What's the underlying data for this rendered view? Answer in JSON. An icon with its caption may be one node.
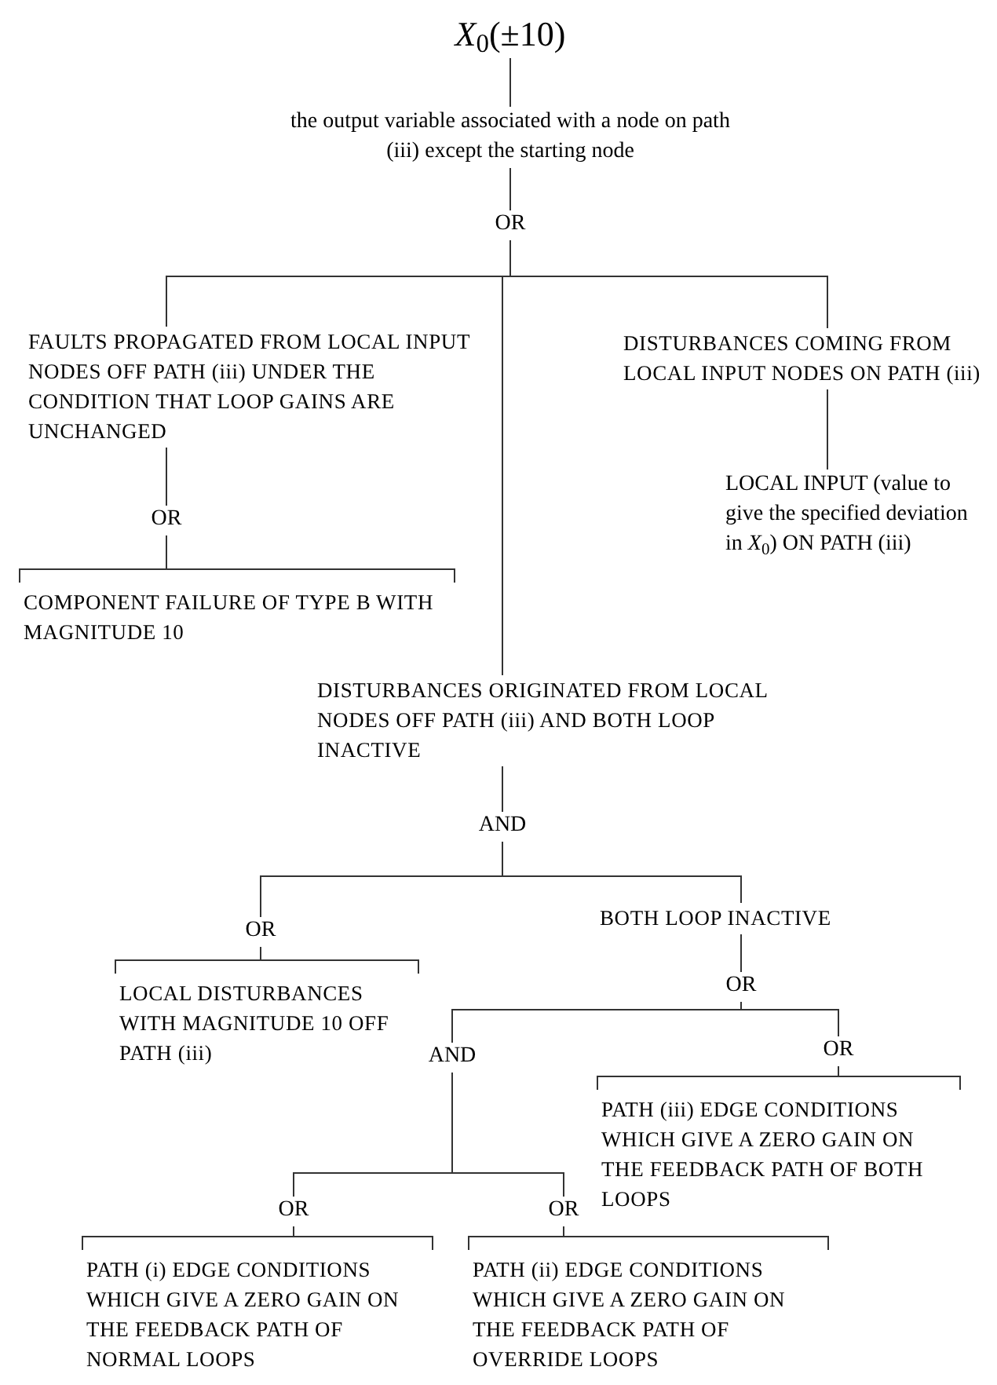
{
  "diagram": {
    "nodes": [
      {
        "text": [
          "*X*$_{0}$(±10)"
        ]
      },
      {
        "text": [
          "the output variable associated with a node on path (iii) except the starting node"
        ]
      },
      {
        "text": [
          "OR"
        ]
      },
      {
        "text": [
          "FAULTS PROPAGATED FROM LOCAL INPUT NODES OFF PATH (iii) UNDER THE CONDITION THAT LOOP GAINS ARE UNCHANGED"
        ]
      },
      {
        "text": [
          "DISTURBANCES COMING FROM LOCAL INPUT NODES ON PATH (iii)"
        ]
      },
      {
        "text": [
          "DISTURBANCES ORIGINATED FROM LOCAL NODES OFF PATH (iii) AND BOTH LOOP INACTIVE"
        ]
      },
      {
        "text": [
          "OR"
        ]
      },
      {
        "text": [
          "COMPONENT FAILURE OF TYPE B WITH MAGNITUDE 10"
        ]
      },
      {
        "text": [
          "LOCAL INPUT (value to give the specified deviation in *X*$_{0}$) ON PATH (iii)"
        ]
      },
      {
        "text": [
          "AND"
        ]
      },
      {
        "text": [
          "OR"
        ]
      },
      {
        "text": [
          "LOCAL DISTURBANCES WITH MAGNITUDE 10 OFF PATH (iii)"
        ]
      },
      {
        "text": [
          "BOTH LOOP INACTIVE"
        ]
      },
      {
        "text": [
          "OR"
        ]
      },
      {
        "text": [
          "AND"
        ]
      },
      {
        "text": [
          "OR"
        ]
      },
      {
        "text": [
          "PATH (iii) EDGE CONDITIONS WHICH GIVE A ZERO GAIN ON THE FEEDBACK PATH OF BOTH LOOPS"
        ]
      },
      {
        "text": [
          "OR"
        ]
      },
      {
        "text": [
          "OR"
        ]
      },
      {
        "text": [
          "PATH (i) EDGE CONDITIONS WHICH GIVE A ZERO GAIN ON THE FEEDBACK PATH OF NORMAL LOOPS"
        ]
      },
      {
        "text": [
          "PATH (ii) EDGE CONDITIONS WHICH GIVE A ZERO GAIN ON THE FEEDBACK PATH OF OVERRIDE LOOPS"
        ]
      }
    ],
    "edges": [
      {
        "from": 0,
        "to": 1,
        "arrow": "none"
      },
      {
        "from": 1,
        "to": 2,
        "arrow": "none"
      },
      {
        "from": 2,
        "to": 3,
        "arrow": "none"
      },
      {
        "from": 2,
        "to": 5,
        "arrow": "none"
      },
      {
        "from": 2,
        "to": 4,
        "arrow": "none"
      },
      {
        "from": 3,
        "to": 6,
        "arrow": "none"
      },
      {
        "from": 6,
        "to": 7,
        "arrow": "none"
      },
      {
        "from": 4,
        "to": 8,
        "arrow": "none"
      },
      {
        "from": 5,
        "to": 9,
        "arrow": "none"
      },
      {
        "from": 9,
        "to": 10,
        "arrow": "none"
      },
      {
        "from": 9,
        "to": 12,
        "arrow": "none"
      },
      {
        "from": 10,
        "to": 11,
        "arrow": "none"
      },
      {
        "from": 12,
        "to": 13,
        "arrow": "none"
      },
      {
        "from": 13,
        "to": 14,
        "arrow": "none"
      },
      {
        "from": 13,
        "to": 15,
        "arrow": "none"
      },
      {
        "from": 15,
        "to": 16,
        "arrow": "none"
      },
      {
        "from": 14,
        "to": 17,
        "arrow": "none"
      },
      {
        "from": 14,
        "to": 18,
        "arrow": "none"
      },
      {
        "from": 17,
        "to": 19,
        "arrow": "none"
      },
      {
        "from": 18,
        "to": 20,
        "arrow": "none"
      }
    ]
  }
}
